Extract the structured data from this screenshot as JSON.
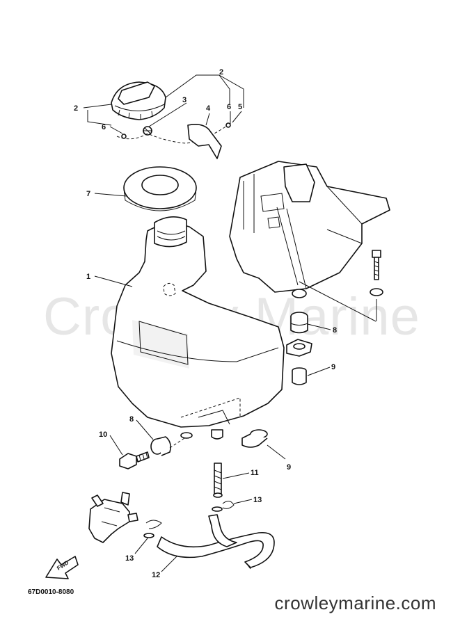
{
  "watermark": "Crowley Marine",
  "diagram_code": "67D0010-8080",
  "site_url": "crowleymarine.com",
  "fwd_arrow_label": "FWD",
  "callouts": {
    "c2_top": "2",
    "c2_left": "2",
    "c3": "3",
    "c4": "4",
    "c6_right": "6",
    "c5": "5",
    "c6_left": "6",
    "c7": "7",
    "c1": "1",
    "c8_right": "8",
    "c9_right": "9",
    "c8_left": "8",
    "c10": "10",
    "c9_lower": "9",
    "c11": "11",
    "c13_right": "13",
    "c13_left": "13",
    "c12": "12"
  }
}
